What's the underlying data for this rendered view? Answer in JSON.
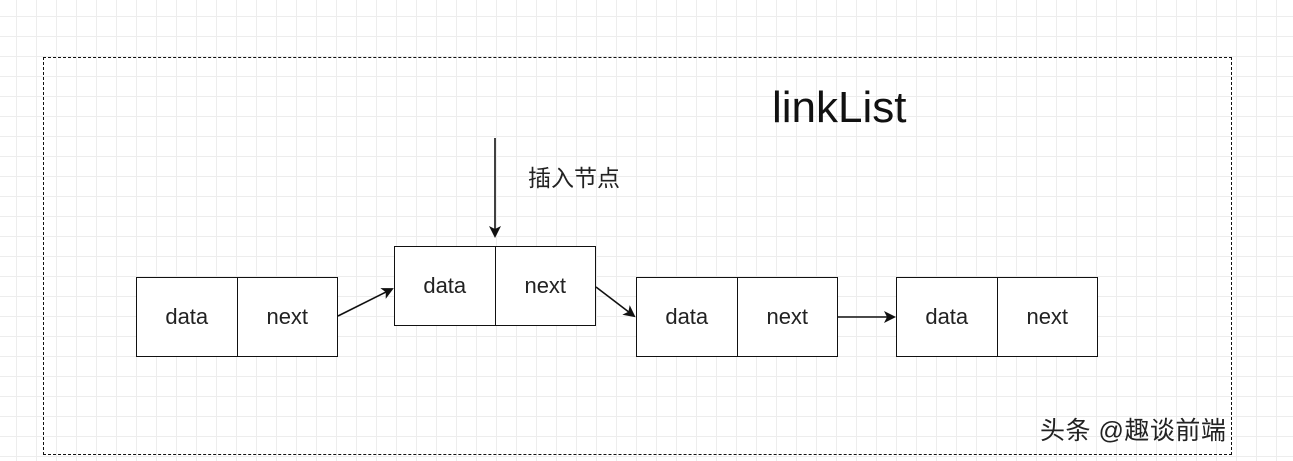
{
  "diagram": {
    "title": "linkList",
    "insert_label": "插入节点",
    "nodes": [
      {
        "data": "data",
        "next": "next"
      },
      {
        "data": "data",
        "next": "next"
      },
      {
        "data": "data",
        "next": "next"
      },
      {
        "data": "data",
        "next": "next"
      }
    ],
    "inserted_node_index": 1
  },
  "watermark": "头条 @趣谈前端",
  "colors": {
    "stroke": "#111111",
    "grid": "#ededed",
    "background": "#ffffff"
  }
}
